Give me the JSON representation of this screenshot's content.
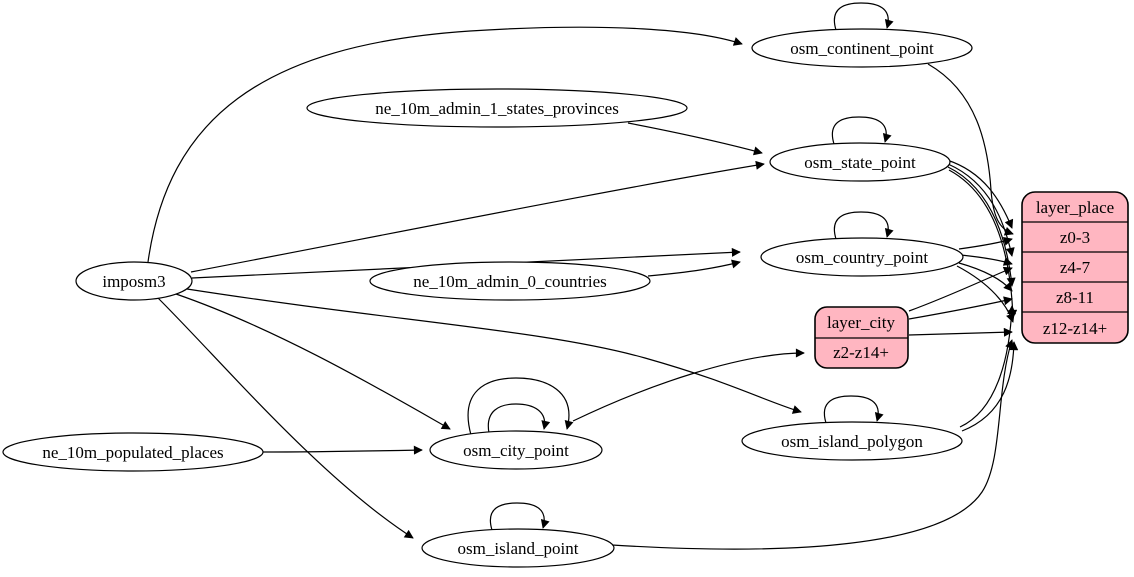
{
  "diagram": {
    "type": "etl-graph",
    "colors": {
      "background": "#ffffff",
      "node_fill": "#ffffff",
      "node_stroke": "#000000",
      "edge_stroke": "#000000",
      "record_fill": "#ffb6c1",
      "record_stroke": "#000000",
      "text": "#000000"
    },
    "nodes": {
      "imposm3": {
        "label": "imposm3"
      },
      "ne_10m_admin_1_states_provinces": {
        "label": "ne_10m_admin_1_states_provinces"
      },
      "ne_10m_admin_0_countries": {
        "label": "ne_10m_admin_0_countries"
      },
      "ne_10m_populated_places": {
        "label": "ne_10m_populated_places"
      },
      "osm_continent_point": {
        "label": "osm_continent_point"
      },
      "osm_state_point": {
        "label": "osm_state_point"
      },
      "osm_country_point": {
        "label": "osm_country_point"
      },
      "osm_city_point": {
        "label": "osm_city_point"
      },
      "osm_island_polygon": {
        "label": "osm_island_polygon"
      },
      "osm_island_point": {
        "label": "osm_island_point"
      }
    },
    "records": {
      "layer_place": {
        "title": "layer_place",
        "rows": [
          "z0-3",
          "z4-7",
          "z8-11",
          "z12-z14+"
        ]
      },
      "layer_city": {
        "title": "layer_city",
        "rows": [
          "z2-z14+"
        ]
      }
    },
    "edges": [
      {
        "from": "imposm3",
        "to": "osm_continent_point"
      },
      {
        "from": "imposm3",
        "to": "osm_state_point"
      },
      {
        "from": "imposm3",
        "to": "osm_country_point"
      },
      {
        "from": "imposm3",
        "to": "osm_city_point"
      },
      {
        "from": "imposm3",
        "to": "osm_island_polygon"
      },
      {
        "from": "imposm3",
        "to": "osm_island_point"
      },
      {
        "from": "ne_10m_admin_1_states_provinces",
        "to": "osm_state_point"
      },
      {
        "from": "ne_10m_admin_0_countries",
        "to": "osm_country_point"
      },
      {
        "from": "ne_10m_populated_places",
        "to": "osm_city_point"
      },
      {
        "from": "osm_continent_point",
        "to": "osm_continent_point"
      },
      {
        "from": "osm_state_point",
        "to": "osm_state_point"
      },
      {
        "from": "osm_country_point",
        "to": "osm_country_point"
      },
      {
        "from": "osm_city_point",
        "to": "osm_city_point"
      },
      {
        "from": "osm_city_point",
        "to": "osm_city_point"
      },
      {
        "from": "osm_island_polygon",
        "to": "osm_island_polygon"
      },
      {
        "from": "osm_island_point",
        "to": "osm_island_point"
      },
      {
        "from": "osm_continent_point",
        "to": "layer_place:z0-3"
      },
      {
        "from": "osm_state_point",
        "to": "layer_place:z0-3"
      },
      {
        "from": "osm_state_point",
        "to": "layer_place:z4-7"
      },
      {
        "from": "osm_state_point",
        "to": "layer_place:z8-11"
      },
      {
        "from": "osm_state_point",
        "to": "layer_place:z12-z14+"
      },
      {
        "from": "osm_country_point",
        "to": "layer_place:z0-3"
      },
      {
        "from": "osm_country_point",
        "to": "layer_place:z4-7"
      },
      {
        "from": "osm_country_point",
        "to": "layer_place:z8-11"
      },
      {
        "from": "osm_country_point",
        "to": "layer_place:z12-z14+"
      },
      {
        "from": "osm_island_polygon",
        "to": "layer_place:z8-11"
      },
      {
        "from": "osm_island_polygon",
        "to": "layer_place:z12-z14+"
      },
      {
        "from": "osm_island_point",
        "to": "layer_place:z12-z14+"
      },
      {
        "from": "osm_city_point",
        "to": "layer_city:z2-z14+"
      },
      {
        "from": "layer_city",
        "to": "layer_place:z4-7"
      },
      {
        "from": "layer_city",
        "to": "layer_place:z8-11"
      },
      {
        "from": "layer_city",
        "to": "layer_place:z12-z14+"
      }
    ]
  }
}
